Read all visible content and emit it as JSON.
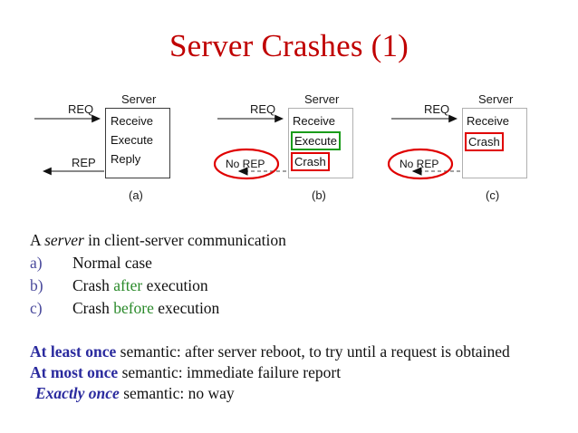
{
  "slide": {
    "title": "Server Crashes (1)",
    "title_color": "#c00000"
  },
  "diagrams": [
    {
      "id": "a",
      "sub_label": "(a)",
      "server_label": "Server",
      "in_arrow_label": "REQ",
      "out_arrow_label": "REP",
      "out_arrow_style": "solid",
      "has_ellipse": false,
      "steps": [
        {
          "text": "Receive",
          "box": "none"
        },
        {
          "text": "Execute",
          "box": "none"
        },
        {
          "text": "Reply",
          "box": "none"
        }
      ]
    },
    {
      "id": "b",
      "sub_label": "(b)",
      "server_label": "Server",
      "in_arrow_label": "REQ",
      "out_arrow_label": "No REP",
      "out_arrow_style": "dashed",
      "has_ellipse": true,
      "ellipse_color": "#e00000",
      "steps": [
        {
          "text": "Receive",
          "box": "none"
        },
        {
          "text": "Execute",
          "box": "green"
        },
        {
          "text": "Crash",
          "box": "red"
        }
      ]
    },
    {
      "id": "c",
      "sub_label": "(c)",
      "server_label": "Server",
      "in_arrow_label": "REQ",
      "out_arrow_label": "No REP",
      "out_arrow_style": "dashed",
      "has_ellipse": true,
      "ellipse_color": "#e00000",
      "steps": [
        {
          "text": "Receive",
          "box": "none"
        },
        {
          "text": "Crash",
          "box": "red"
        }
      ]
    }
  ],
  "body": {
    "intro_pre": "A ",
    "intro_em": "server",
    "intro_post": " in client-server communication",
    "items": [
      {
        "marker": "a)",
        "pre": "Normal case",
        "highlight": "",
        "post": ""
      },
      {
        "marker": "b)",
        "pre": "Crash ",
        "highlight": "after",
        "post": " execution"
      },
      {
        "marker": "c)",
        "pre": "Crash ",
        "highlight": "before",
        "post": " execution"
      }
    ]
  },
  "semantics": [
    {
      "term": "At least once",
      "style": "bold",
      "rest": " semantic: after server reboot, to try until a request is obtained"
    },
    {
      "term": "At most once",
      "style": "bold",
      "rest": " semantic: immediate failure report"
    },
    {
      "term": "Exactly once",
      "style": "bold-italic",
      "rest": " semantic: no way"
    }
  ],
  "colors": {
    "title_red": "#c00000",
    "crash_red": "#e00000",
    "execute_green": "#1a9c1a",
    "marker_blue": "#4a4a9c",
    "word_green": "#2a8a2a",
    "semantic_blue": "#2a2a9e"
  }
}
